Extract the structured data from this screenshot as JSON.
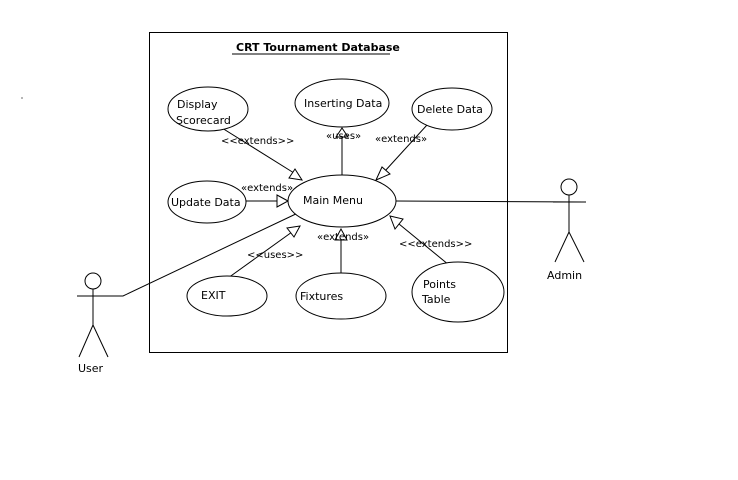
{
  "diagram": {
    "title": "CRT Tournament Database",
    "use_cases": {
      "display_scorecard": [
        "Display",
        "Scorecard"
      ],
      "inserting_data": "Inserting Data",
      "delete_data": "Delete Data",
      "update_data": "Update Data",
      "main_menu": "Main Menu",
      "exit": "EXIT",
      "fixtures": "Fixtures",
      "points_table": [
        "Points",
        "Table"
      ]
    },
    "relations": {
      "display_scorecard": "<<extends>>",
      "inserting_data": "«uses»",
      "delete_data": "«extends»",
      "update_data": "«extends»",
      "exit": "<<uses>>",
      "fixtures": "«extends»",
      "points_table": "<<extends>>"
    },
    "actors": {
      "user": "User",
      "admin": "Admin"
    }
  }
}
